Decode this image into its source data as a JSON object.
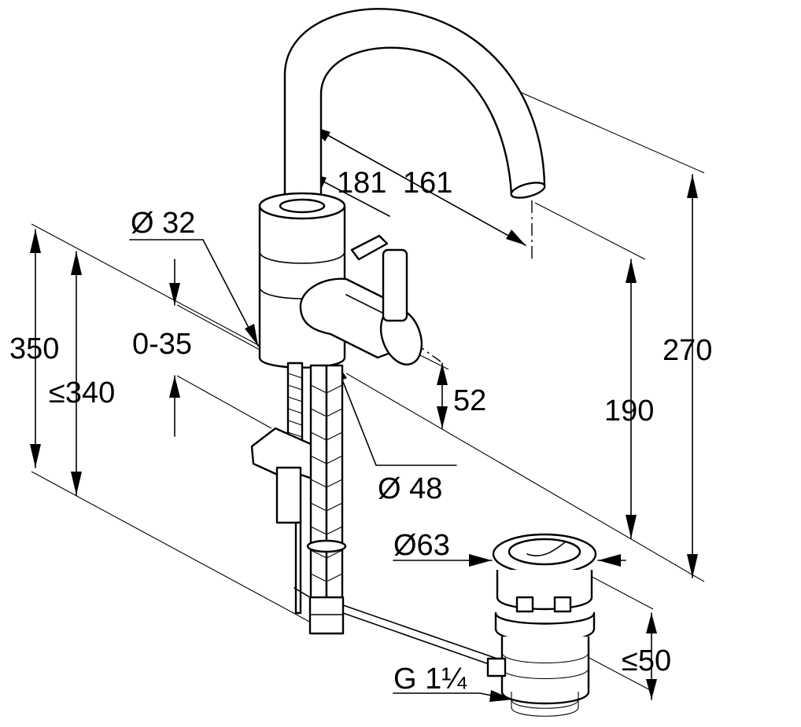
{
  "drawing": {
    "labels": {
      "d_181": "181",
      "d_161": "161",
      "d_o32": "Ø 32",
      "d_0_35": "0-35",
      "d_350": "350",
      "d_340": "≤340",
      "d_52": "52",
      "d_o48": "Ø 48",
      "d_190": "190",
      "d_270": "270",
      "d_o63": "Ø63",
      "d_50": "≤50",
      "d_g114": "G 1¼"
    }
  }
}
